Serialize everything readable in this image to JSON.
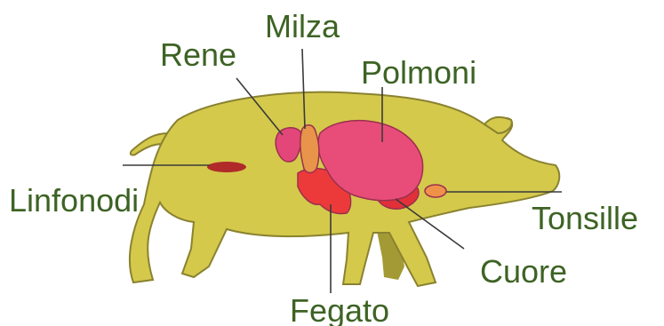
{
  "labels": {
    "milza": "Milza",
    "rene": "Rene",
    "polmoni": "Polmoni",
    "linfonodi": "Linfonodi",
    "tonsille": "Tonsille",
    "cuore": "Cuore",
    "fegato": "Fegato"
  },
  "colors": {
    "body": "#d4c94b",
    "body_shadow": "#a39a35",
    "outline": "#8a8230",
    "lungs": "#e84d79",
    "kidney": "#e3477a",
    "spleen": "#e8944a",
    "liver": "#ec3a3a",
    "heart": "#e2303a",
    "lymph_node": "#b02a2a",
    "tonsil": "#f0914a",
    "leader_line": "#3a3a3a",
    "label_text": "#3d6324"
  }
}
